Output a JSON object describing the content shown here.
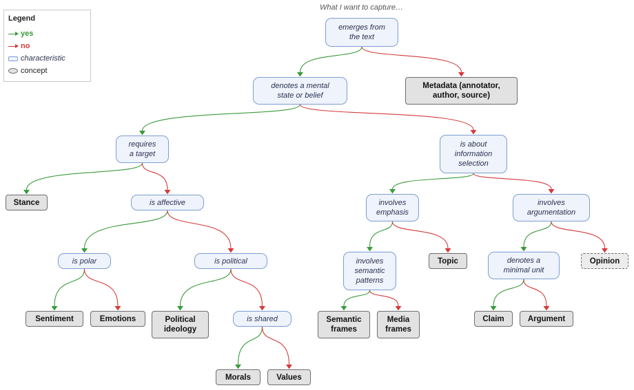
{
  "caption": "What I want to capture…",
  "legend": {
    "title": "Legend",
    "yes": "yes",
    "no": "no",
    "characteristic": "characteristic",
    "concept": "concept"
  },
  "colors": {
    "yes": "#3a9a3a",
    "no": "#d43a3a"
  },
  "nodes": {
    "emerges_from_text": "emerges from\nthe text",
    "metadata": "Metadata (annotator,\nauthor, source)",
    "mental_state": "denotes a mental\nstate or belief",
    "requires_target": "requires\na target",
    "info_selection": "is about\ninformation\nselection",
    "stance": "Stance",
    "is_affective": "is affective",
    "involves_emphasis": "involves\nemphasis",
    "involves_argumentation": "involves\nargumentation",
    "is_polar": "is polar",
    "is_political": "is political",
    "semantic_patterns": "involves\nsemantic\npatterns",
    "topic": "Topic",
    "minimal_unit": "denotes a\nminimal unit",
    "opinion": "Opinion",
    "sentiment": "Sentiment",
    "emotions": "Emotions",
    "political_ideology": "Political\nideology",
    "is_shared": "is shared",
    "semantic_frames": "Semantic\nframes",
    "media_frames": "Media\nframes",
    "claim": "Claim",
    "argument": "Argument",
    "morals": "Morals",
    "values": "Values"
  },
  "edges": [
    [
      "emerges_from_text",
      "mental_state",
      "yes"
    ],
    [
      "emerges_from_text",
      "metadata",
      "no"
    ],
    [
      "mental_state",
      "requires_target",
      "yes"
    ],
    [
      "mental_state",
      "info_selection",
      "no"
    ],
    [
      "requires_target",
      "stance",
      "yes"
    ],
    [
      "requires_target",
      "is_affective",
      "no"
    ],
    [
      "is_affective",
      "is_polar",
      "yes"
    ],
    [
      "is_affective",
      "is_political",
      "no"
    ],
    [
      "is_polar",
      "sentiment",
      "yes"
    ],
    [
      "is_polar",
      "emotions",
      "no"
    ],
    [
      "is_political",
      "political_ideology",
      "yes"
    ],
    [
      "is_political",
      "is_shared",
      "no"
    ],
    [
      "is_shared",
      "morals",
      "yes"
    ],
    [
      "is_shared",
      "values",
      "no"
    ],
    [
      "info_selection",
      "involves_emphasis",
      "yes"
    ],
    [
      "info_selection",
      "involves_argumentation",
      "no"
    ],
    [
      "involves_emphasis",
      "semantic_patterns",
      "yes"
    ],
    [
      "involves_emphasis",
      "topic",
      "no"
    ],
    [
      "semantic_patterns",
      "semantic_frames",
      "yes"
    ],
    [
      "semantic_patterns",
      "media_frames",
      "no"
    ],
    [
      "involves_argumentation",
      "minimal_unit",
      "yes"
    ],
    [
      "involves_argumentation",
      "opinion",
      "no"
    ],
    [
      "minimal_unit",
      "claim",
      "yes"
    ],
    [
      "minimal_unit",
      "argument",
      "no"
    ]
  ]
}
